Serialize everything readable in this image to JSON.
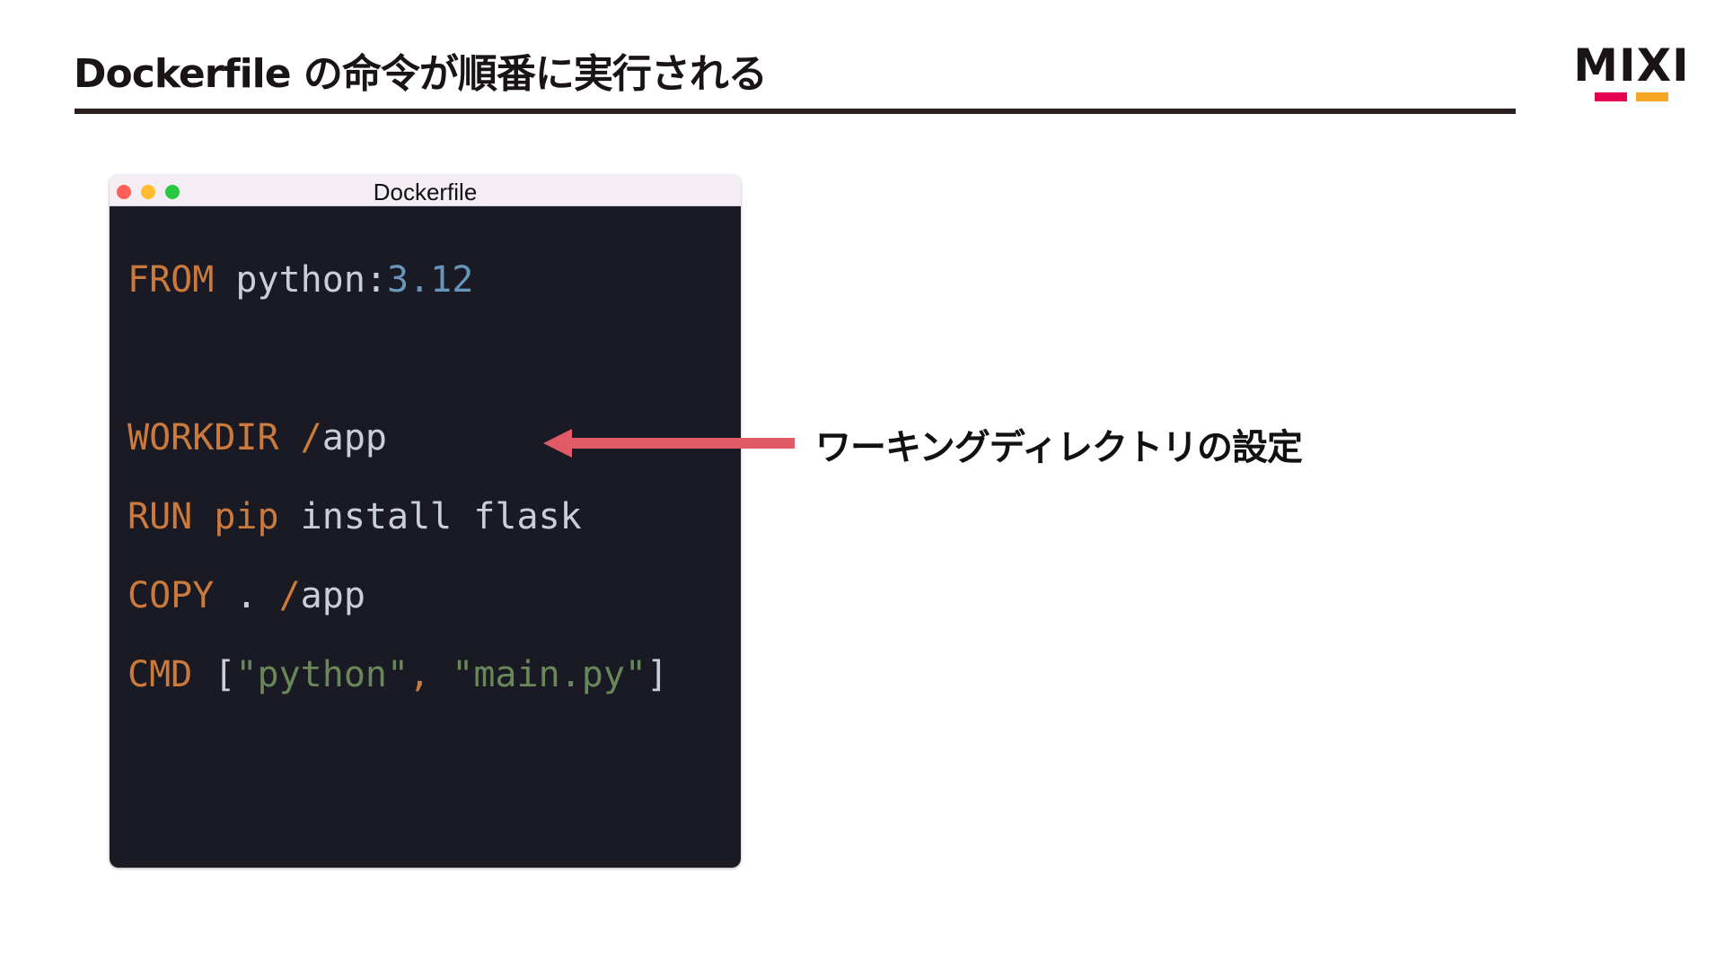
{
  "slide": {
    "title": "Dockerfile の命令が順番に実行される",
    "logo_text": "MIXI",
    "annotation": "ワーキングディレクトリの設定"
  },
  "window": {
    "title": "Dockerfile"
  },
  "code": {
    "lines": [
      [
        {
          "text": "FROM",
          "kind": "keyword"
        },
        {
          "text": " python:",
          "kind": "plain"
        },
        {
          "text": "3.12",
          "kind": "number"
        }
      ],
      [
        {
          "text": "WORKDIR",
          "kind": "keyword"
        },
        {
          "text": " /",
          "kind": "keyword"
        },
        {
          "text": "app",
          "kind": "plain"
        }
      ],
      [
        {
          "text": "RUN",
          "kind": "keyword"
        },
        {
          "text": " pip",
          "kind": "keyword"
        },
        {
          "text": " install flask",
          "kind": "plain"
        }
      ],
      [
        {
          "text": "COPY",
          "kind": "keyword"
        },
        {
          "text": " . ",
          "kind": "plain"
        },
        {
          "text": "/",
          "kind": "keyword"
        },
        {
          "text": "app",
          "kind": "plain"
        }
      ],
      [
        {
          "text": "CMD",
          "kind": "keyword"
        },
        {
          "text": " [",
          "kind": "plain"
        },
        {
          "text": "\"python\"",
          "kind": "string"
        },
        {
          "text": ", ",
          "kind": "keyword"
        },
        {
          "text": "\"main.py\"",
          "kind": "string"
        },
        {
          "text": "]",
          "kind": "plain"
        }
      ]
    ]
  },
  "colors": {
    "keyword": "#cc7a3c",
    "plain": "#c9cfd8",
    "number": "#6896ba",
    "string": "#6a8759",
    "editor_bg": "#191a23",
    "titlebar_bg": "#f4eef4",
    "arrow": "#e05a68",
    "logo_pink": "#e5004f",
    "logo_yellow": "#f5a623",
    "traffic_red": "#ff5f57",
    "traffic_yellow": "#febc2e",
    "traffic_green": "#28c840"
  }
}
